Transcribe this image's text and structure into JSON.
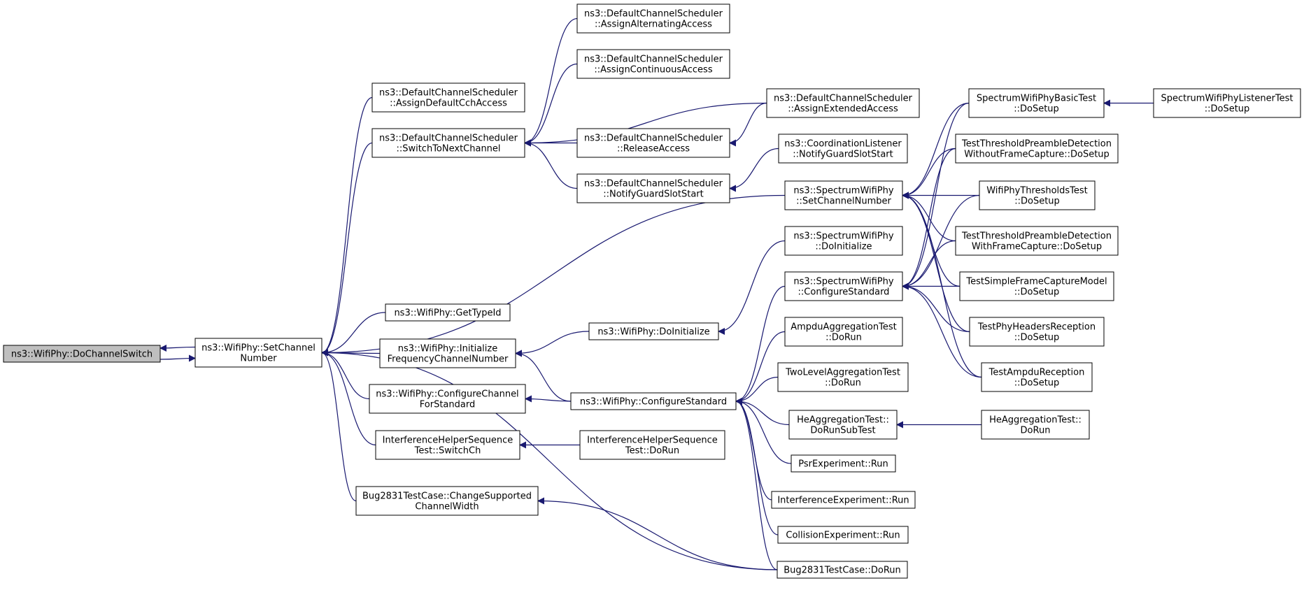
{
  "colors": {
    "edge": "#191970",
    "focus_fill": "#bfbfbf",
    "node_fill": "#ffffff",
    "node_stroke": "#000000"
  },
  "nodes": {
    "doChannelSwitch": {
      "lines": [
        "ns3::WifiPhy::DoChannelSwitch"
      ],
      "focus": true
    },
    "setChannelNumber": {
      "lines": [
        "ns3::WifiPhy::SetChannel",
        "Number"
      ]
    },
    "assignDefaultCch": {
      "lines": [
        "ns3::DefaultChannelScheduler",
        "::AssignDefaultCchAccess"
      ]
    },
    "switchToNext": {
      "lines": [
        "ns3::DefaultChannelScheduler",
        "::SwitchToNextChannel"
      ]
    },
    "assignAlternating": {
      "lines": [
        "ns3::DefaultChannelScheduler",
        "::AssignAlternatingAccess"
      ]
    },
    "assignContinuous": {
      "lines": [
        "ns3::DefaultChannelScheduler",
        "::AssignContinuousAccess"
      ]
    },
    "releaseAccess": {
      "lines": [
        "ns3::DefaultChannelScheduler",
        "::ReleaseAccess"
      ]
    },
    "notifyGuardDCS": {
      "lines": [
        "ns3::DefaultChannelScheduler",
        "::NotifyGuardSlotStart"
      ]
    },
    "assignExtended": {
      "lines": [
        "ns3::DefaultChannelScheduler",
        "::AssignExtendedAccess"
      ]
    },
    "coordListener": {
      "lines": [
        "ns3::CoordinationListener",
        "::NotifyGuardSlotStart"
      ]
    },
    "spectrumSetCh": {
      "lines": [
        "ns3::SpectrumWifiPhy",
        "::SetChannelNumber"
      ]
    },
    "spectrumDoInit": {
      "lines": [
        "ns3::SpectrumWifiPhy",
        "::DoInitialize"
      ]
    },
    "spectrumConfStd": {
      "lines": [
        "ns3::SpectrumWifiPhy",
        "::ConfigureStandard"
      ]
    },
    "getTypeId": {
      "lines": [
        "ns3::WifiPhy::GetTypeId"
      ]
    },
    "initFreq": {
      "lines": [
        "ns3::WifiPhy::Initialize",
        "FrequencyChannelNumber"
      ]
    },
    "doInitialize": {
      "lines": [
        "ns3::WifiPhy::DoInitialize"
      ]
    },
    "configChanStd": {
      "lines": [
        "ns3::WifiPhy::ConfigureChannel",
        "ForStandard"
      ]
    },
    "configStd": {
      "lines": [
        "ns3::WifiPhy::ConfigureStandard"
      ]
    },
    "ihsSwitchCh": {
      "lines": [
        "InterferenceHelperSequence",
        "Test::SwitchCh"
      ]
    },
    "ihsDoRun": {
      "lines": [
        "InterferenceHelperSequence",
        "Test::DoRun"
      ]
    },
    "bugChange": {
      "lines": [
        "Bug2831TestCase::ChangeSupported",
        "ChannelWidth"
      ]
    },
    "bugDoRun": {
      "lines": [
        "Bug2831TestCase::DoRun"
      ]
    },
    "ampduAggr": {
      "lines": [
        "AmpduAggregationTest",
        "::DoRun"
      ]
    },
    "twoLevel": {
      "lines": [
        "TwoLevelAggregationTest",
        "::DoRun"
      ]
    },
    "heSub": {
      "lines": [
        "HeAggregationTest::",
        "DoRunSubTest"
      ]
    },
    "heDoRun": {
      "lines": [
        "HeAggregationTest::",
        "DoRun"
      ]
    },
    "psr": {
      "lines": [
        "PsrExperiment::Run"
      ]
    },
    "interfExp": {
      "lines": [
        "InterferenceExperiment::Run"
      ]
    },
    "collision": {
      "lines": [
        "CollisionExperiment::Run"
      ]
    },
    "specBasic": {
      "lines": [
        "SpectrumWifiPhyBasicTest",
        "::DoSetup"
      ]
    },
    "specListener": {
      "lines": [
        "SpectrumWifiPhyListenerTest",
        "::DoSetup"
      ]
    },
    "threshWithout": {
      "lines": [
        "TestThresholdPreambleDetection",
        "WithoutFrameCapture::DoSetup"
      ]
    },
    "wifiThresh": {
      "lines": [
        "WifiPhyThresholdsTest",
        "::DoSetup"
      ]
    },
    "threshWith": {
      "lines": [
        "TestThresholdPreambleDetection",
        "WithFrameCapture::DoSetup"
      ]
    },
    "simpleCapture": {
      "lines": [
        "TestSimpleFrameCaptureModel",
        "::DoSetup"
      ]
    },
    "phyHeaders": {
      "lines": [
        "TestPhyHeadersReception",
        "::DoSetup"
      ]
    },
    "ampduRecep": {
      "lines": [
        "TestAmpduReception",
        "::DoSetup"
      ]
    }
  },
  "edges": [
    [
      "doChannelSwitch",
      "setChannelNumber"
    ],
    [
      "setChannelNumber",
      "doChannelSwitch"
    ],
    [
      "setChannelNumber",
      "assignDefaultCch"
    ],
    [
      "setChannelNumber",
      "switchToNext"
    ],
    [
      "setChannelNumber",
      "spectrumSetCh"
    ],
    [
      "setChannelNumber",
      "getTypeId"
    ],
    [
      "setChannelNumber",
      "initFreq"
    ],
    [
      "setChannelNumber",
      "configChanStd"
    ],
    [
      "setChannelNumber",
      "ihsSwitchCh"
    ],
    [
      "setChannelNumber",
      "bugChange"
    ],
    [
      "setChannelNumber",
      "bugDoRun"
    ],
    [
      "switchToNext",
      "assignAlternating"
    ],
    [
      "switchToNext",
      "assignContinuous"
    ],
    [
      "switchToNext",
      "releaseAccess"
    ],
    [
      "switchToNext",
      "notifyGuardDCS"
    ],
    [
      "switchToNext",
      "assignExtended"
    ],
    [
      "releaseAccess",
      "assignExtended"
    ],
    [
      "notifyGuardDCS",
      "coordListener"
    ],
    [
      "initFreq",
      "doInitialize"
    ],
    [
      "initFreq",
      "configStd"
    ],
    [
      "doInitialize",
      "spectrumDoInit"
    ],
    [
      "configChanStd",
      "configStd"
    ],
    [
      "ihsSwitchCh",
      "ihsDoRun"
    ],
    [
      "bugChange",
      "bugDoRun"
    ],
    [
      "configStd",
      "spectrumConfStd"
    ],
    [
      "configStd",
      "ampduAggr"
    ],
    [
      "configStd",
      "twoLevel"
    ],
    [
      "configStd",
      "heSub"
    ],
    [
      "configStd",
      "psr"
    ],
    [
      "configStd",
      "interfExp"
    ],
    [
      "configStd",
      "collision"
    ],
    [
      "configStd",
      "bugDoRun"
    ],
    [
      "heSub",
      "heDoRun"
    ],
    [
      "spectrumSetCh",
      "specBasic"
    ],
    [
      "spectrumSetCh",
      "threshWithout"
    ],
    [
      "spectrumSetCh",
      "wifiThresh"
    ],
    [
      "spectrumSetCh",
      "threshWith"
    ],
    [
      "spectrumSetCh",
      "simpleCapture"
    ],
    [
      "spectrumSetCh",
      "phyHeaders"
    ],
    [
      "spectrumSetCh",
      "ampduRecep"
    ],
    [
      "spectrumConfStd",
      "specBasic"
    ],
    [
      "spectrumConfStd",
      "threshWithout"
    ],
    [
      "spectrumConfStd",
      "wifiThresh"
    ],
    [
      "spectrumConfStd",
      "threshWith"
    ],
    [
      "spectrumConfStd",
      "simpleCapture"
    ],
    [
      "spectrumConfStd",
      "phyHeaders"
    ],
    [
      "spectrumConfStd",
      "ampduRecep"
    ],
    [
      "specBasic",
      "specListener"
    ]
  ]
}
